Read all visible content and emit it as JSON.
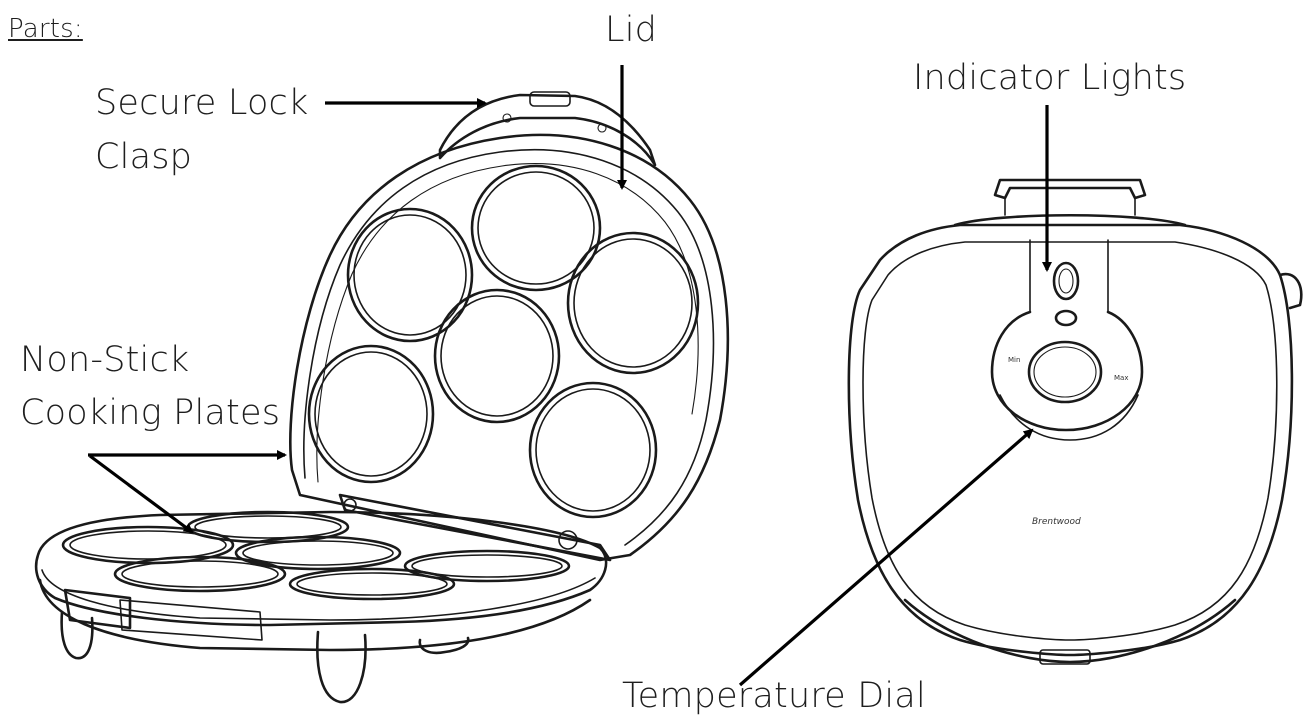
{
  "header": "Parts:",
  "labels": {
    "lid": "Lid",
    "secure_lock": "Secure Lock",
    "clasp": "Clasp",
    "non_stick_1": "Non-Stick",
    "non_stick_2": "Cooking Plates",
    "indicator_lights": "Indicator Lights",
    "temperature_dial": "Temperature Dial"
  },
  "brand": "Brentwood",
  "dial_marks": {
    "min": "Min",
    "max": "Max"
  }
}
